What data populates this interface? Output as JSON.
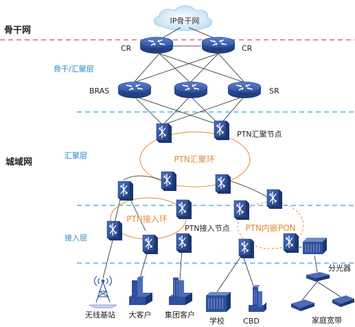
{
  "regions": {
    "backbone": "骨干网",
    "metro": "城域网"
  },
  "layers": {
    "backbone_layer": "骨干/汇聚层",
    "aggregation": "汇聚层",
    "access": "接入层"
  },
  "cloud": "IP骨干网",
  "nodes": {
    "cr_left": "CR",
    "cr_right": "CR",
    "bras": "BRAS",
    "sr": "SR",
    "ptn_agg_node": "PTN汇聚节点",
    "ptn_access_node": "PTN接入节点",
    "splitter": "分光器"
  },
  "rings": {
    "agg_ring": "PTN汇聚环",
    "access_ring": "PTN接入环",
    "pon": "PTN内嵌PON"
  },
  "endpoints": {
    "wireless": "无线基站",
    "big_customer": "大客户",
    "group_customer": "集团客户",
    "school": "学校",
    "cbd": "CBD",
    "home": "家庭宽带"
  },
  "colors": {
    "dashed_red": "#c8505a",
    "dashed_blue": "#2aa6d9",
    "ring_orange": "#e08a3a",
    "layer_label": "#2a8bc9",
    "device_blue": "#2f4f9f"
  }
}
